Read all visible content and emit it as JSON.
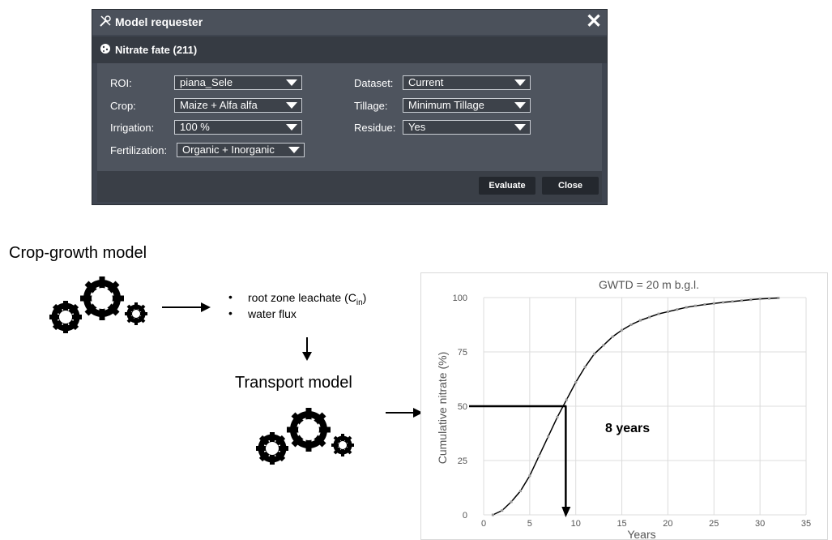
{
  "dialog": {
    "title": "Model requester",
    "close_symbol": "✕",
    "subtitle": "Nitrate fate (211)",
    "fields_left": [
      {
        "label": "ROI:",
        "value": "piana_Sele"
      },
      {
        "label": "Crop:",
        "value": "Maize + Alfa alfa"
      },
      {
        "label": "Irrigation:",
        "value": "100 %"
      },
      {
        "label": "Fertilization:",
        "value": "Organic + Inorganic"
      }
    ],
    "fields_right": [
      {
        "label": "Dataset:",
        "value": "Current"
      },
      {
        "label": "Tillage:",
        "value": "Minimum Tillage"
      },
      {
        "label": "Residue:",
        "value": "Yes"
      }
    ],
    "evaluate_label": "Evaluate",
    "close_label": "Close"
  },
  "diagram": {
    "crop_growth_title": "Crop-growth model",
    "bullet_1_main": "root zone leachate (C",
    "bullet_1_sub": "in",
    "bullet_1_end": ")",
    "bullet_2": "water flux",
    "transport_title": "Transport model",
    "bullet_symbol": "•"
  },
  "chart_data": {
    "type": "line",
    "title": "GWTD = 20 m b.g.l.",
    "xlabel": "Years",
    "ylabel": "Cumulative nitrate (%)",
    "xlim": [
      0,
      35
    ],
    "ylim": [
      0,
      100
    ],
    "xticks": [
      0,
      5,
      10,
      15,
      20,
      25,
      30,
      35
    ],
    "yticks": [
      0,
      25,
      50,
      75,
      100
    ],
    "grid": true,
    "x": [
      1,
      2,
      3,
      4,
      5,
      6,
      7,
      8,
      9,
      10,
      11,
      12,
      13,
      14,
      15,
      16,
      17,
      18,
      19,
      20,
      21,
      22,
      23,
      24,
      25,
      26,
      27,
      28,
      29,
      30,
      31,
      32
    ],
    "y": [
      0,
      2,
      6,
      11,
      18,
      27,
      36,
      45,
      53,
      61,
      68,
      74,
      78,
      82,
      85,
      87.5,
      89.5,
      91,
      92.5,
      93.5,
      94.5,
      95.5,
      96.2,
      96.8,
      97.3,
      97.8,
      98.2,
      98.6,
      99,
      99.4,
      99.6,
      99.8
    ],
    "annotation": "8 years",
    "marker_value": {
      "x": 9,
      "y": 50
    },
    "line_color": "#000000",
    "marker_color": "#9a9a9a"
  }
}
